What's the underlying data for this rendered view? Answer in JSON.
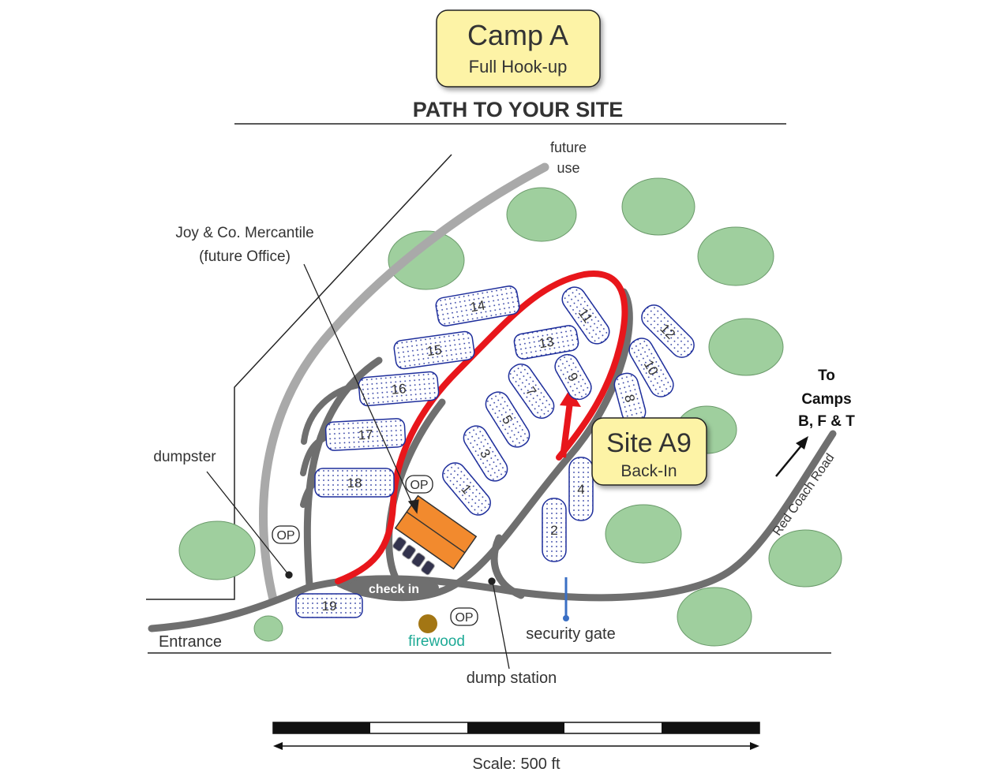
{
  "title": "Camp A",
  "subtitle": "Full Hook-up",
  "heading": "PATH TO YOUR SITE",
  "callout": {
    "title": "Site A9",
    "subtitle": "Back-In"
  },
  "labels": {
    "future_use_1": "future",
    "future_use_2": "use",
    "mercantile_1": "Joy & Co. Mercantile",
    "mercantile_2": "(future Office)",
    "dumpster": "dumpster",
    "entrance": "Entrance",
    "check_in": "check in",
    "firewood": "firewood",
    "security_gate": "security gate",
    "dump_station": "dump station",
    "to_camps_1": "To",
    "to_camps_2": "Camps",
    "to_camps_3": "B, F & T",
    "road": "Red Coach Road",
    "scale": "Scale: 500 ft"
  },
  "op_marker": "OP",
  "sites": [
    "1",
    "2",
    "3",
    "4",
    "5",
    "7",
    "8",
    "9",
    "10",
    "11",
    "12",
    "13",
    "14",
    "15",
    "16",
    "17",
    "18",
    "19"
  ],
  "colors": {
    "route": "#e8161b",
    "road": "#6f6f6f",
    "road_light": "#a9a9a9",
    "tree": "#9fcf9e",
    "site_border": "#1f2f9c",
    "building": "#f28a2e",
    "callout_fill": "#fdf3a6",
    "firewood": "#a37614",
    "firewood_text": "#1eaa96",
    "subtitle_blue": "#1a3fb6"
  }
}
